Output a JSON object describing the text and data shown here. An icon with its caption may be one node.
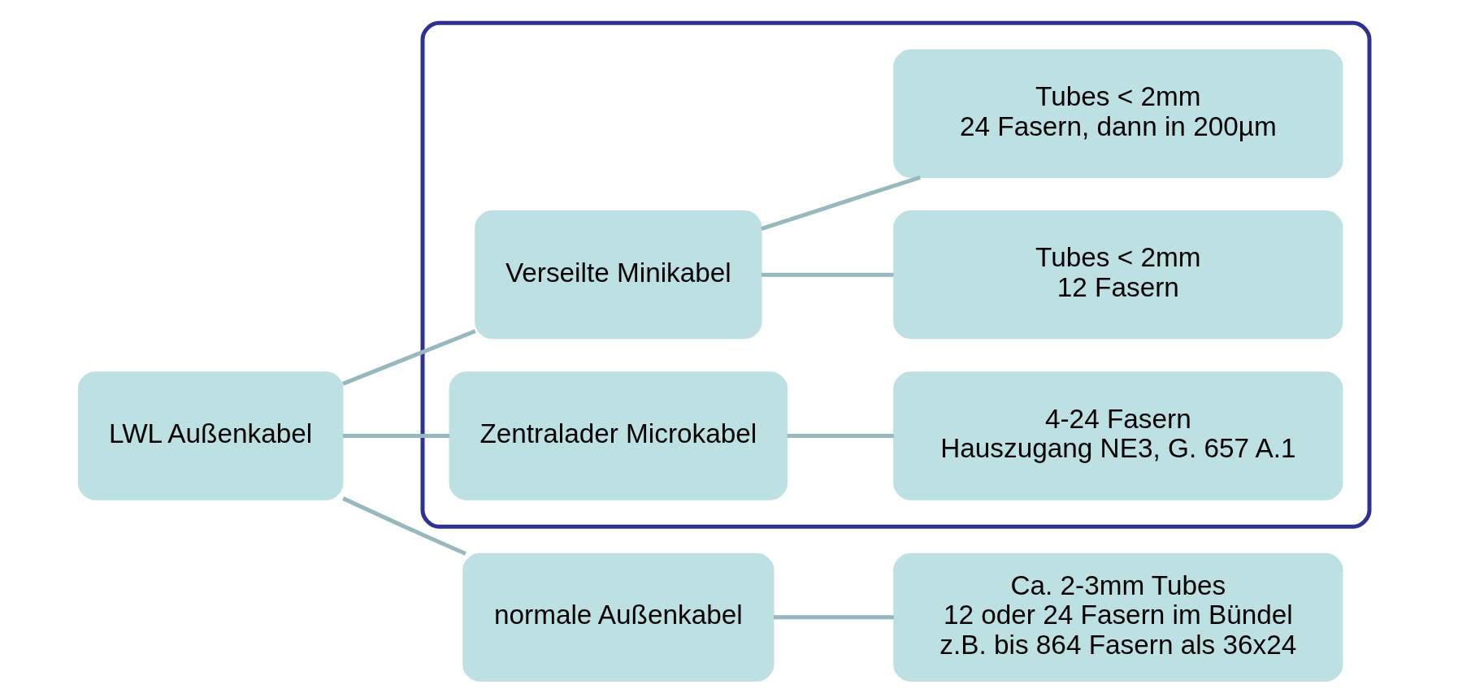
{
  "diagram": {
    "nodes": [
      {
        "text": [
          "LWL Außenkabel"
        ]
      },
      {
        "text": [
          "normale Außenkabel"
        ]
      },
      {
        "text": [
          "Ca. 2-3mm Tubes",
          "12 oder 24 Fasern im Bündel",
          "z.B. bis 864 Fasern als 36x24"
        ]
      },
      {
        "text": [],
        "shape": "box"
      },
      {
        "text": [
          "Verseilte Minikabel"
        ],
        "in": 3
      },
      {
        "text": [
          "Tubes < 2mm",
          "12 Fasern"
        ],
        "in": 3
      },
      {
        "text": [
          "Tubes < 2mm",
          "24 Fasern, dann in 200µm"
        ],
        "in": 3
      },
      {
        "text": [
          "Zentralader Microkabel"
        ],
        "in": 3
      },
      {
        "text": [
          "4-24 Fasern",
          "Hauszugang NE3, G. 657 A.1"
        ],
        "in": 3
      }
    ],
    "edges": [
      {
        "from": 0,
        "to": 1,
        "arrow": "none"
      },
      {
        "from": 1,
        "to": 2,
        "arrow": "none"
      },
      {
        "from": 0,
        "to": 4,
        "arrow": "none"
      },
      {
        "from": 4,
        "to": 5,
        "arrow": "none"
      },
      {
        "from": 4,
        "to": 6,
        "arrow": "none"
      },
      {
        "from": 0,
        "to": 7,
        "arrow": "none"
      },
      {
        "from": 7,
        "to": 8,
        "arrow": "none"
      }
    ]
  }
}
